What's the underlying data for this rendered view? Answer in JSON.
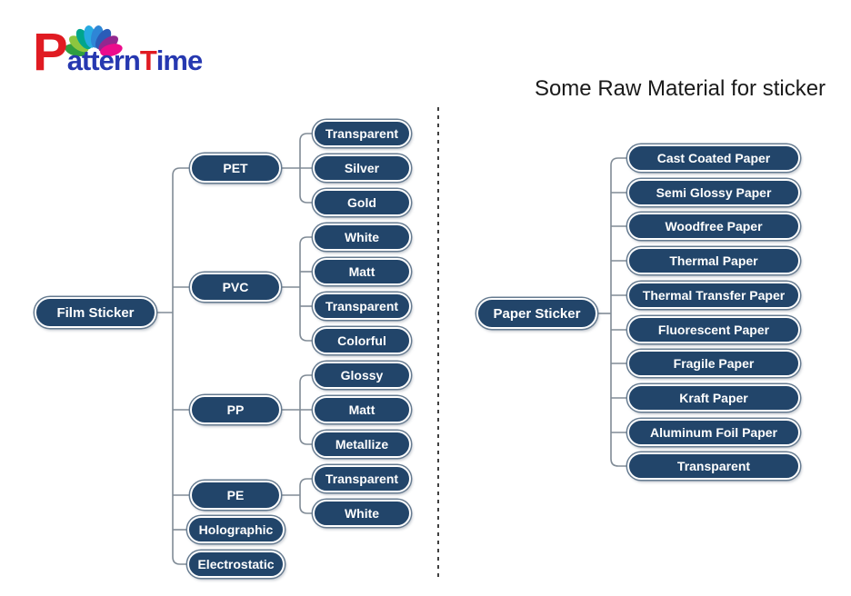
{
  "logo": {
    "p1": "P",
    "p2": "attern",
    "p3": "T",
    "p4": "ime"
  },
  "title": "Some Raw Material for sticker",
  "film_tree": {
    "root": "Film Sticker",
    "branches": [
      {
        "label": "PET",
        "children": [
          "Transparent",
          "Silver",
          "Gold"
        ]
      },
      {
        "label": "PVC",
        "children": [
          "White",
          "Matt",
          "Transparent",
          "Colorful"
        ]
      },
      {
        "label": "PP",
        "children": [
          "Glossy",
          "Matt",
          "Metallize"
        ]
      },
      {
        "label": "PE",
        "children": [
          "Transparent",
          "White"
        ]
      },
      {
        "label": "Holographic",
        "children": []
      },
      {
        "label": "Electrostatic",
        "children": []
      }
    ]
  },
  "paper_tree": {
    "root": "Paper Sticker",
    "children": [
      "Cast Coated Paper",
      "Semi Glossy Paper",
      "Woodfree Paper",
      "Thermal Paper",
      "Thermal Transfer Paper",
      "Fluorescent Paper",
      "Fragile Paper",
      "Kraft Paper",
      "Aluminum Foil Paper",
      "Transparent"
    ]
  },
  "colors": {
    "node_fill": "#22456A",
    "node_outline": "#667b90",
    "connector": "#808b96",
    "divider": "#404040",
    "logo_red": "#E01B22",
    "logo_blue": "#2638B0",
    "title_text": "#1a1a1a",
    "fan_petals": [
      "#2F9E41",
      "#8DC63F",
      "#00A58C",
      "#27AAE1",
      "#2E86D6",
      "#2A5CB8",
      "#93278F",
      "#EC0C8C"
    ]
  }
}
